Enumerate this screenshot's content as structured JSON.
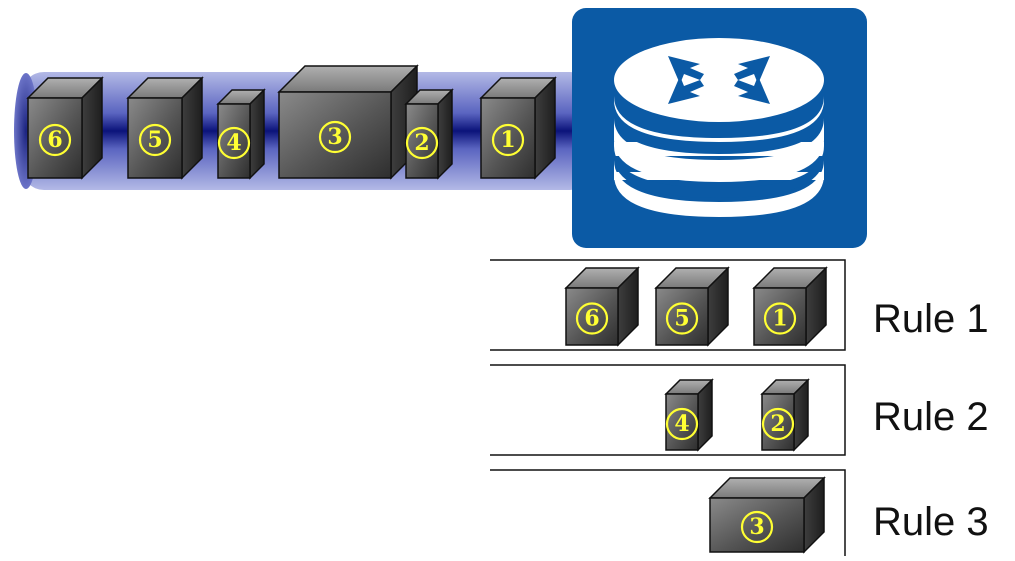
{
  "diagram": {
    "pipe_packets": [
      "6",
      "5",
      "4",
      "3",
      "2",
      "1"
    ],
    "rules": [
      {
        "label": "Rule 1",
        "packets": [
          "6",
          "5",
          "1"
        ]
      },
      {
        "label": "Rule 2",
        "packets": [
          "4",
          "2"
        ]
      },
      {
        "label": "Rule 3",
        "packets": [
          "3"
        ]
      }
    ],
    "router": {
      "icon": "router-icon"
    },
    "colors": {
      "pipe": "#1c2a8c",
      "router": "#0b5aa5",
      "packet_number": "#ffff33",
      "box_front": "#5e5e5e"
    }
  }
}
